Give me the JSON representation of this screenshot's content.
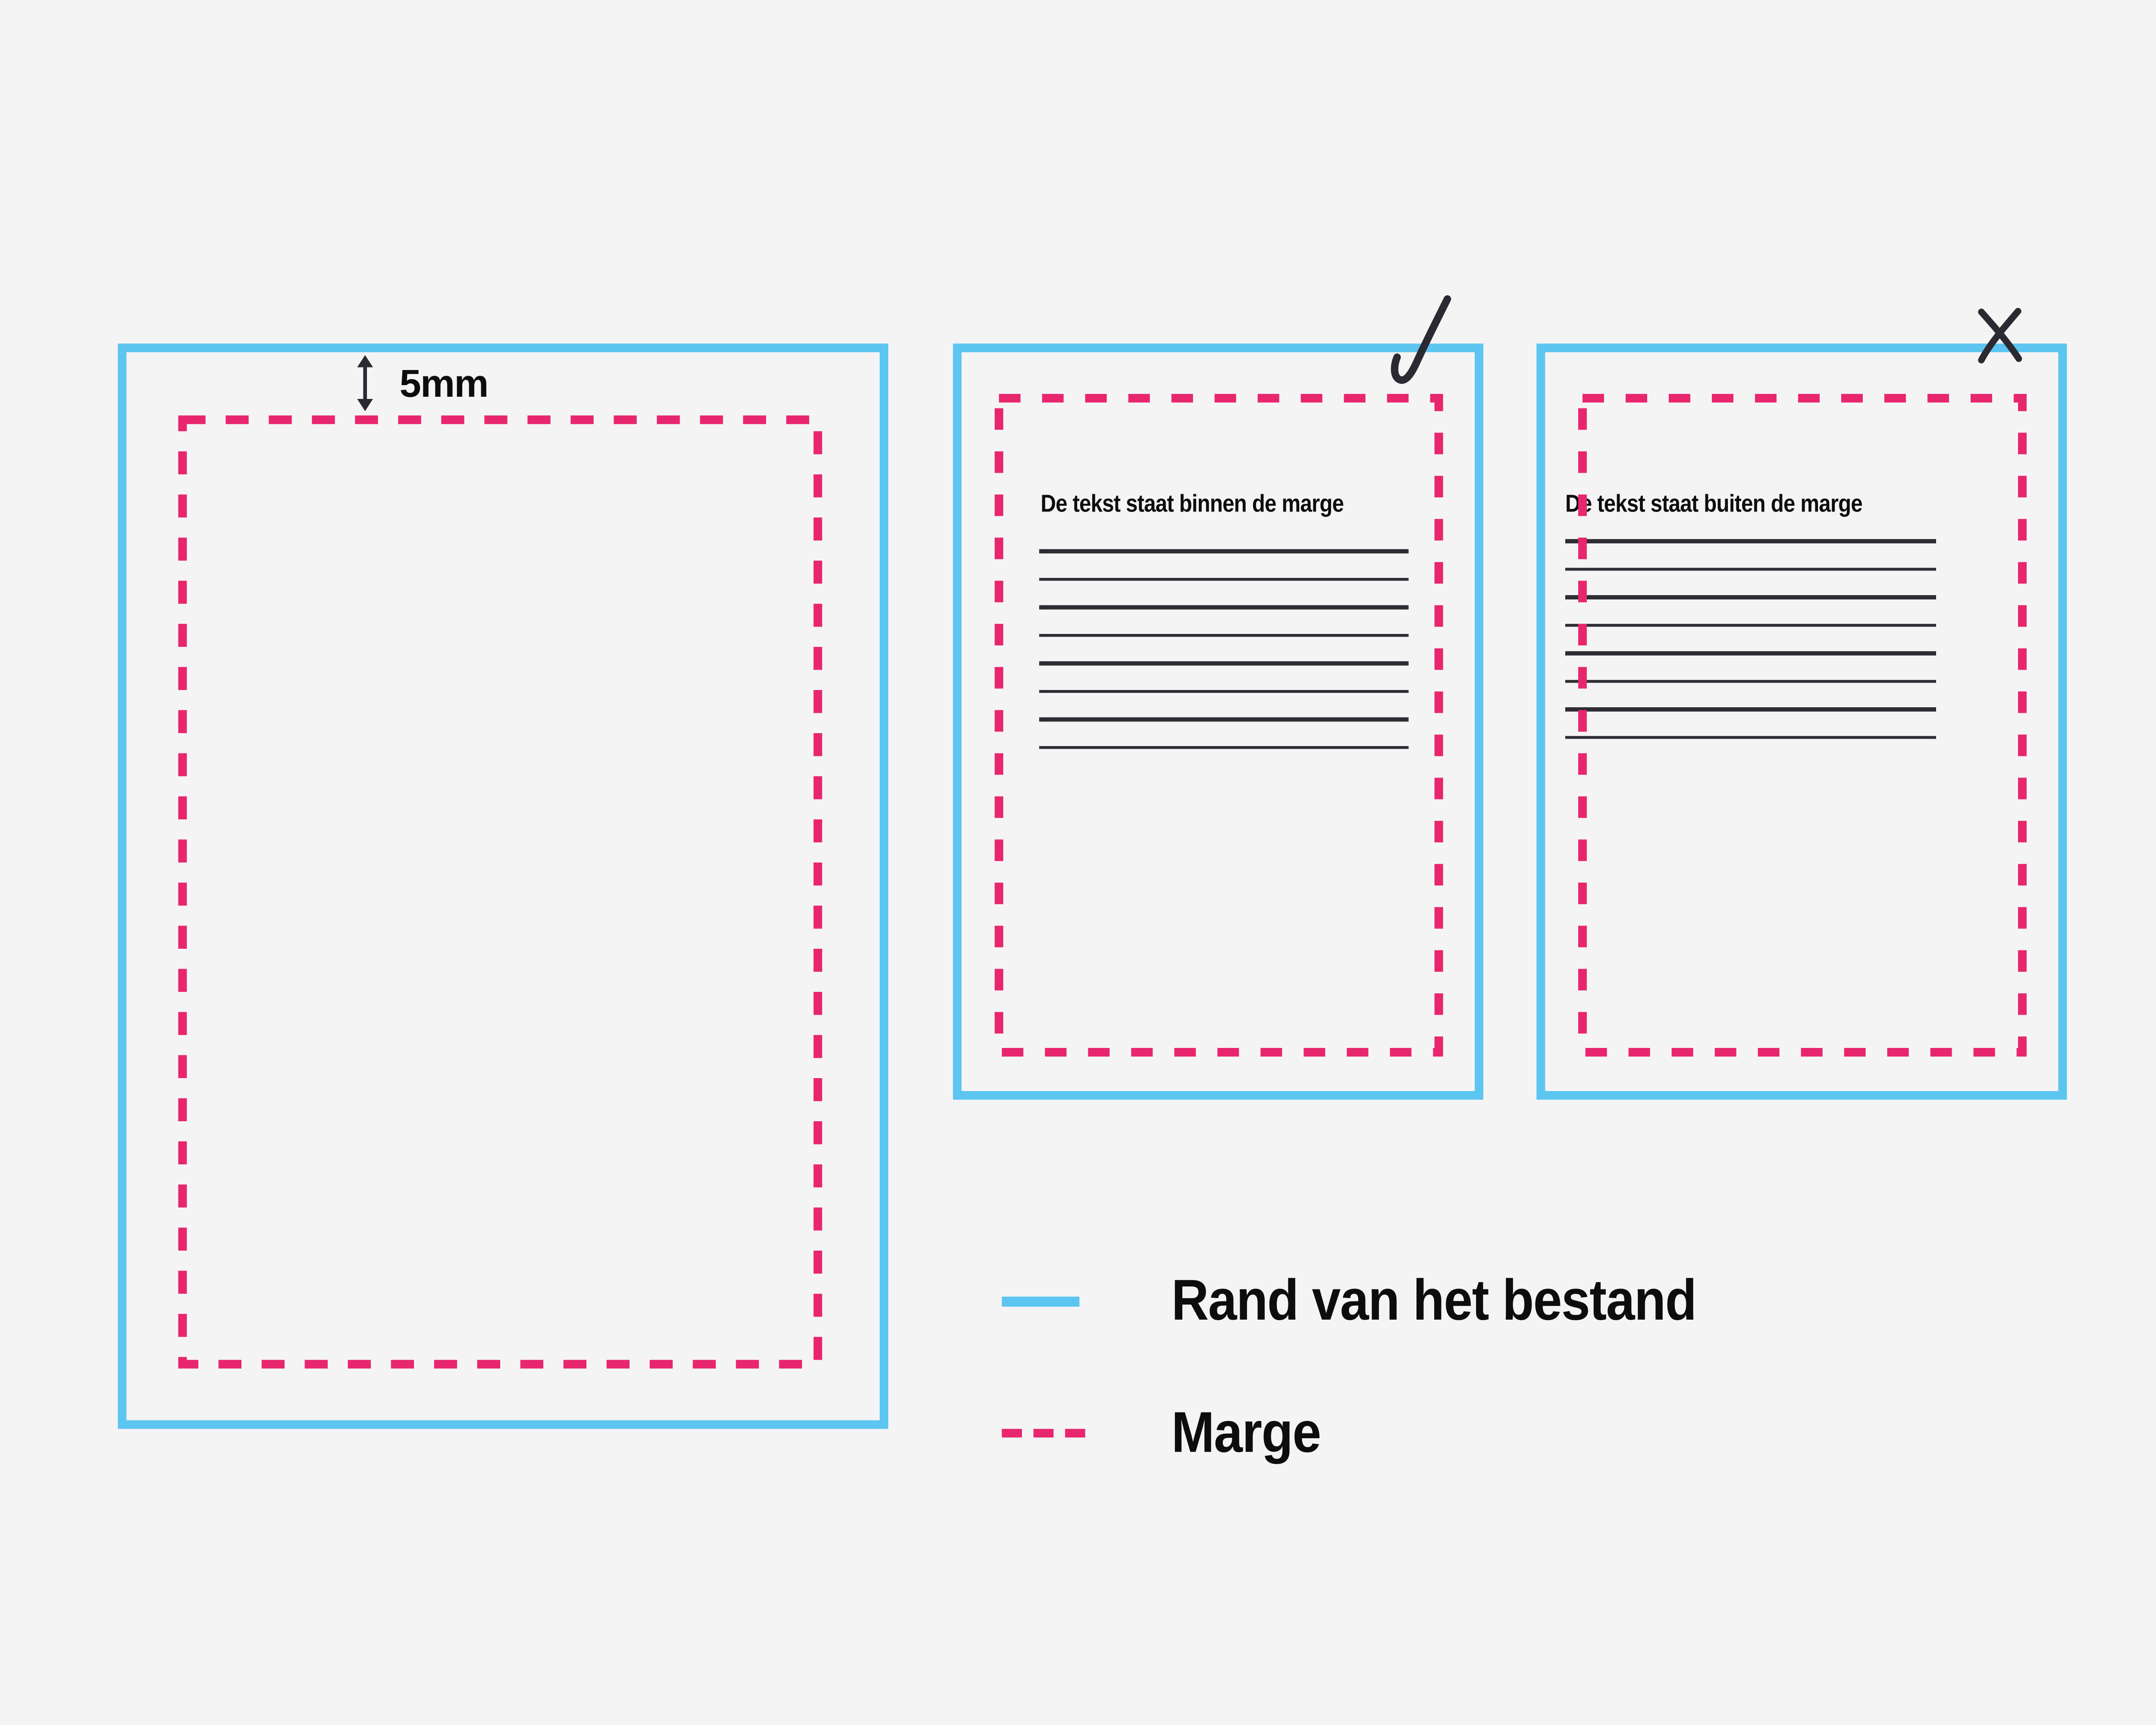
{
  "colors": {
    "file_edge": "#5CC5F0",
    "margin": "#E8266E",
    "ink": "#2B2A32",
    "text": "#0D0D0F",
    "line": "#2F2D33",
    "bg": "#F5F4F5"
  },
  "annotation": {
    "margin_size_label": "5mm"
  },
  "pages": {
    "inside": {
      "title": "De tekst staat binnen de marge",
      "placeholder_line_count": 8
    },
    "outside": {
      "title": "De tekst staat buiten de marge",
      "placeholder_line_count": 8
    }
  },
  "legend": {
    "items": [
      {
        "swatch": "solid-blue-line",
        "label": "Rand van het bestand"
      },
      {
        "swatch": "dashed-pink-line",
        "label": "Marge"
      }
    ]
  }
}
